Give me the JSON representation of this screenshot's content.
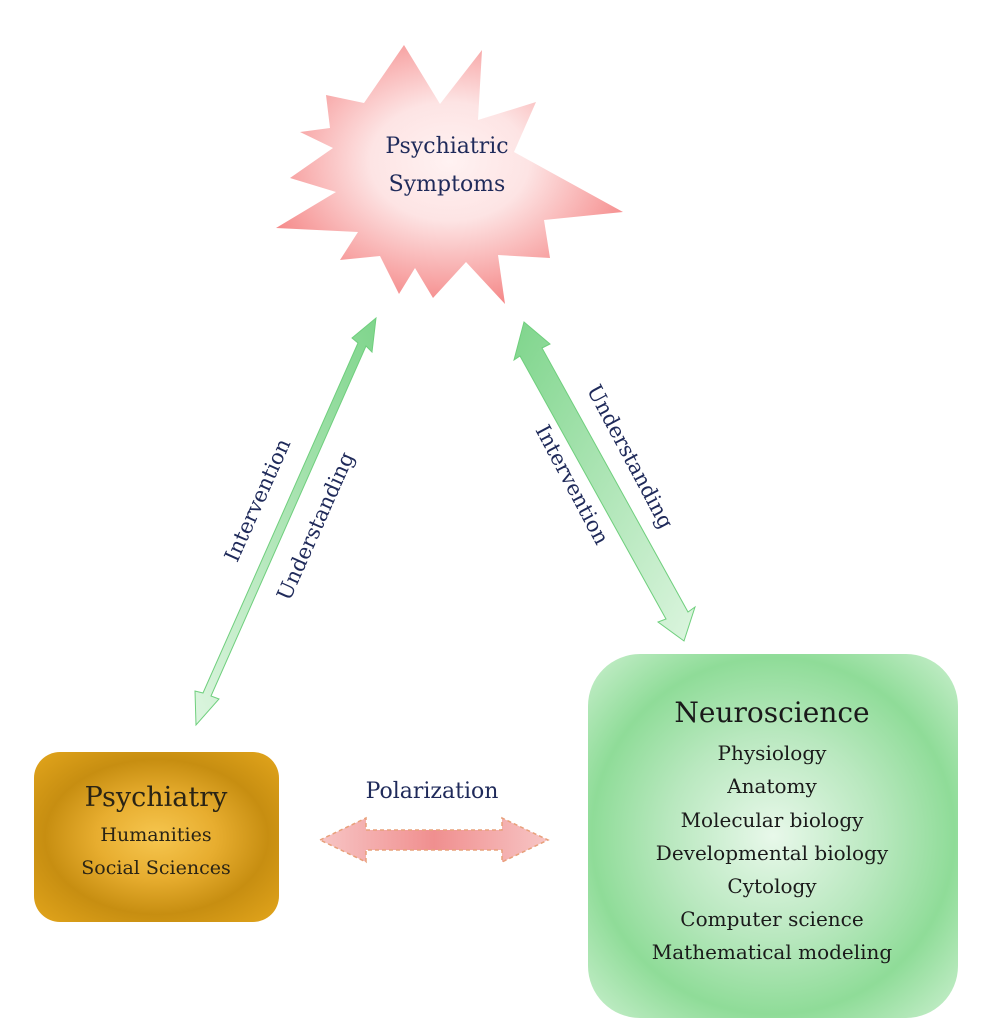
{
  "symptoms": {
    "line1": "Psychiatric",
    "line2": "Symptoms",
    "fill_color": "#f47f7f",
    "text_color": "#1f2a5a"
  },
  "left_arrow": {
    "label_outer": "Intervention",
    "label_inner": "Understanding",
    "color": "#7fd58c"
  },
  "right_arrow": {
    "label_outer": "Understanding",
    "label_inner": "Intervention",
    "color": "#7fd58c"
  },
  "psychiatry": {
    "title": "Psychiatry",
    "items": [
      "Humanities",
      "Social Sciences"
    ],
    "fill_color": "#d79b14"
  },
  "polarization": {
    "label": "Polarization",
    "color": "#f08f8f"
  },
  "neuroscience": {
    "title": "Neuroscience",
    "items": [
      "Physiology",
      "Anatomy",
      "Molecular biology",
      "Developmental biology",
      "Cytology",
      "Computer science",
      "Mathematical modeling"
    ],
    "fill_color": "#8fdc98"
  }
}
